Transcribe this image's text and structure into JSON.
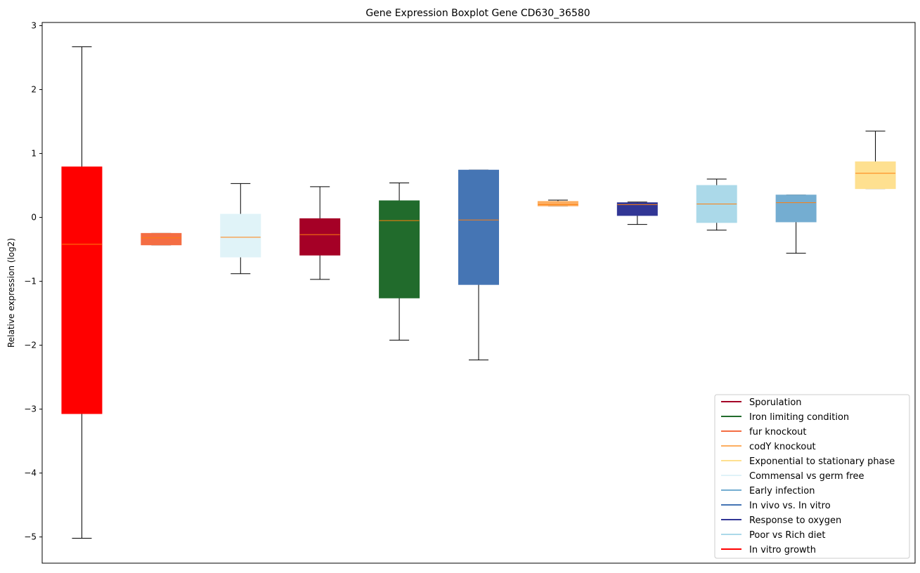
{
  "chart_data": {
    "type": "boxplot",
    "title": "Gene Expression Boxplot Gene CD630_36580",
    "xlabel": "",
    "ylabel": "Relative expression (log2)",
    "ylim": [
      -5.41,
      3.05
    ],
    "yticks": [
      3,
      2,
      1,
      0,
      -1,
      -2,
      -3,
      -4,
      -5
    ],
    "ytick_labels": [
      "3",
      "2",
      "1",
      "0",
      "−1",
      "−2",
      "−3",
      "−4",
      "−5"
    ],
    "grid": false,
    "legend_position": "bottom-right",
    "median_color": "#ff7f0e",
    "boxes": [
      {
        "name": "In vitro growth",
        "color": "#ff0000",
        "whislo": -5.02,
        "q1": -3.07,
        "med": -0.42,
        "q3": 0.79,
        "whishi": 2.67
      },
      {
        "name": "fur knockout",
        "color": "#f46d43",
        "whislo": -0.43,
        "q1": -0.43,
        "med": -0.32,
        "q3": -0.25,
        "whishi": -0.25
      },
      {
        "name": "Commensal vs germ free",
        "color": "#e0f3f8",
        "whislo": -0.88,
        "q1": -0.62,
        "med": -0.31,
        "q3": 0.05,
        "whishi": 0.53
      },
      {
        "name": "Sporulation",
        "color": "#a50026",
        "whislo": -0.97,
        "q1": -0.59,
        "med": -0.27,
        "q3": -0.02,
        "whishi": 0.48
      },
      {
        "name": "Iron limiting condition",
        "color": "#216b2c",
        "whislo": -1.92,
        "q1": -1.26,
        "med": -0.05,
        "q3": 0.26,
        "whishi": 0.54
      },
      {
        "name": "In vivo vs. In vitro",
        "color": "#4575b4",
        "whislo": -2.23,
        "q1": -1.05,
        "med": -0.04,
        "q3": 0.74,
        "whishi": 0.74
      },
      {
        "name": "codY knockout",
        "color": "#fdae61",
        "whislo": 0.18,
        "q1": 0.18,
        "med": 0.2,
        "q3": 0.25,
        "whishi": 0.27
      },
      {
        "name": "Response to oxygen",
        "color": "#313695",
        "whislo": -0.11,
        "q1": 0.03,
        "med": 0.2,
        "q3": 0.23,
        "whishi": 0.24
      },
      {
        "name": "Poor vs Rich diet",
        "color": "#abd9e9",
        "whislo": -0.2,
        "q1": -0.08,
        "med": 0.21,
        "q3": 0.5,
        "whishi": 0.6
      },
      {
        "name": "Early infection",
        "color": "#74add1",
        "whislo": -0.56,
        "q1": -0.07,
        "med": 0.23,
        "q3": 0.35,
        "whishi": 0.35
      },
      {
        "name": "Exponential to stationary phase",
        "color": "#fee090",
        "whislo": 0.45,
        "q1": 0.45,
        "med": 0.69,
        "q3": 0.87,
        "whishi": 1.35
      }
    ],
    "legend": [
      {
        "label": "Sporulation",
        "color": "#a50026"
      },
      {
        "label": "Iron limiting condition",
        "color": "#216b2c"
      },
      {
        "label": "fur knockout",
        "color": "#f46d43"
      },
      {
        "label": "codY knockout",
        "color": "#fdae61"
      },
      {
        "label": "Exponential to stationary phase",
        "color": "#fee090"
      },
      {
        "label": "Commensal vs germ free",
        "color": "#e0f3f8"
      },
      {
        "label": "Early infection",
        "color": "#74add1"
      },
      {
        "label": "In vivo vs. In vitro",
        "color": "#4575b4"
      },
      {
        "label": "Response to oxygen",
        "color": "#313695"
      },
      {
        "label": "Poor vs Rich diet",
        "color": "#abd9e9"
      },
      {
        "label": "In vitro growth",
        "color": "#ff0000"
      }
    ]
  }
}
